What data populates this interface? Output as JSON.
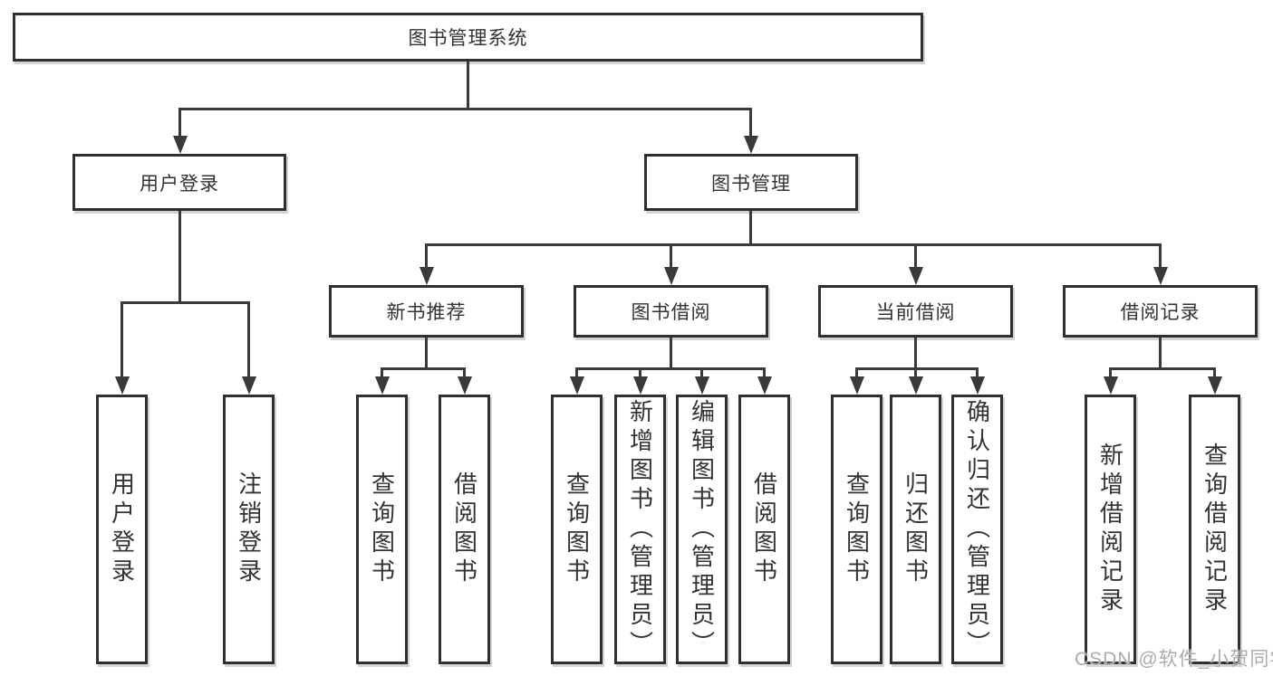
{
  "diagram": {
    "root": {
      "label": "图书管理系统"
    },
    "branches": [
      {
        "label": "用户登录",
        "children": [
          {
            "label": "用户登录"
          },
          {
            "label": "注销登录"
          }
        ]
      },
      {
        "label": "图书管理",
        "children": [
          {
            "label": "新书推荐",
            "children": [
              {
                "label": "查询图书"
              },
              {
                "label": "借阅图书"
              }
            ]
          },
          {
            "label": "图书借阅",
            "children": [
              {
                "label": "查询图书"
              },
              {
                "label": "新增图书（管理员）"
              },
              {
                "label": "编辑图书（管理员）"
              },
              {
                "label": "借阅图书"
              }
            ]
          },
          {
            "label": "当前借阅",
            "children": [
              {
                "label": "查询图书"
              },
              {
                "label": "归还图书"
              },
              {
                "label": "确认归还（管理员）"
              }
            ]
          },
          {
            "label": "借阅记录",
            "children": [
              {
                "label": "新增借阅记录"
              },
              {
                "label": "查询借阅记录"
              }
            ]
          }
        ]
      }
    ]
  },
  "watermark": {
    "text": "CSDN @软件_小贺同学"
  },
  "colors": {
    "line": "#3a3a3a",
    "box_border": "#2f2f2f",
    "text": "#333333",
    "background": "#ffffff",
    "watermark": "#a9adb1"
  }
}
